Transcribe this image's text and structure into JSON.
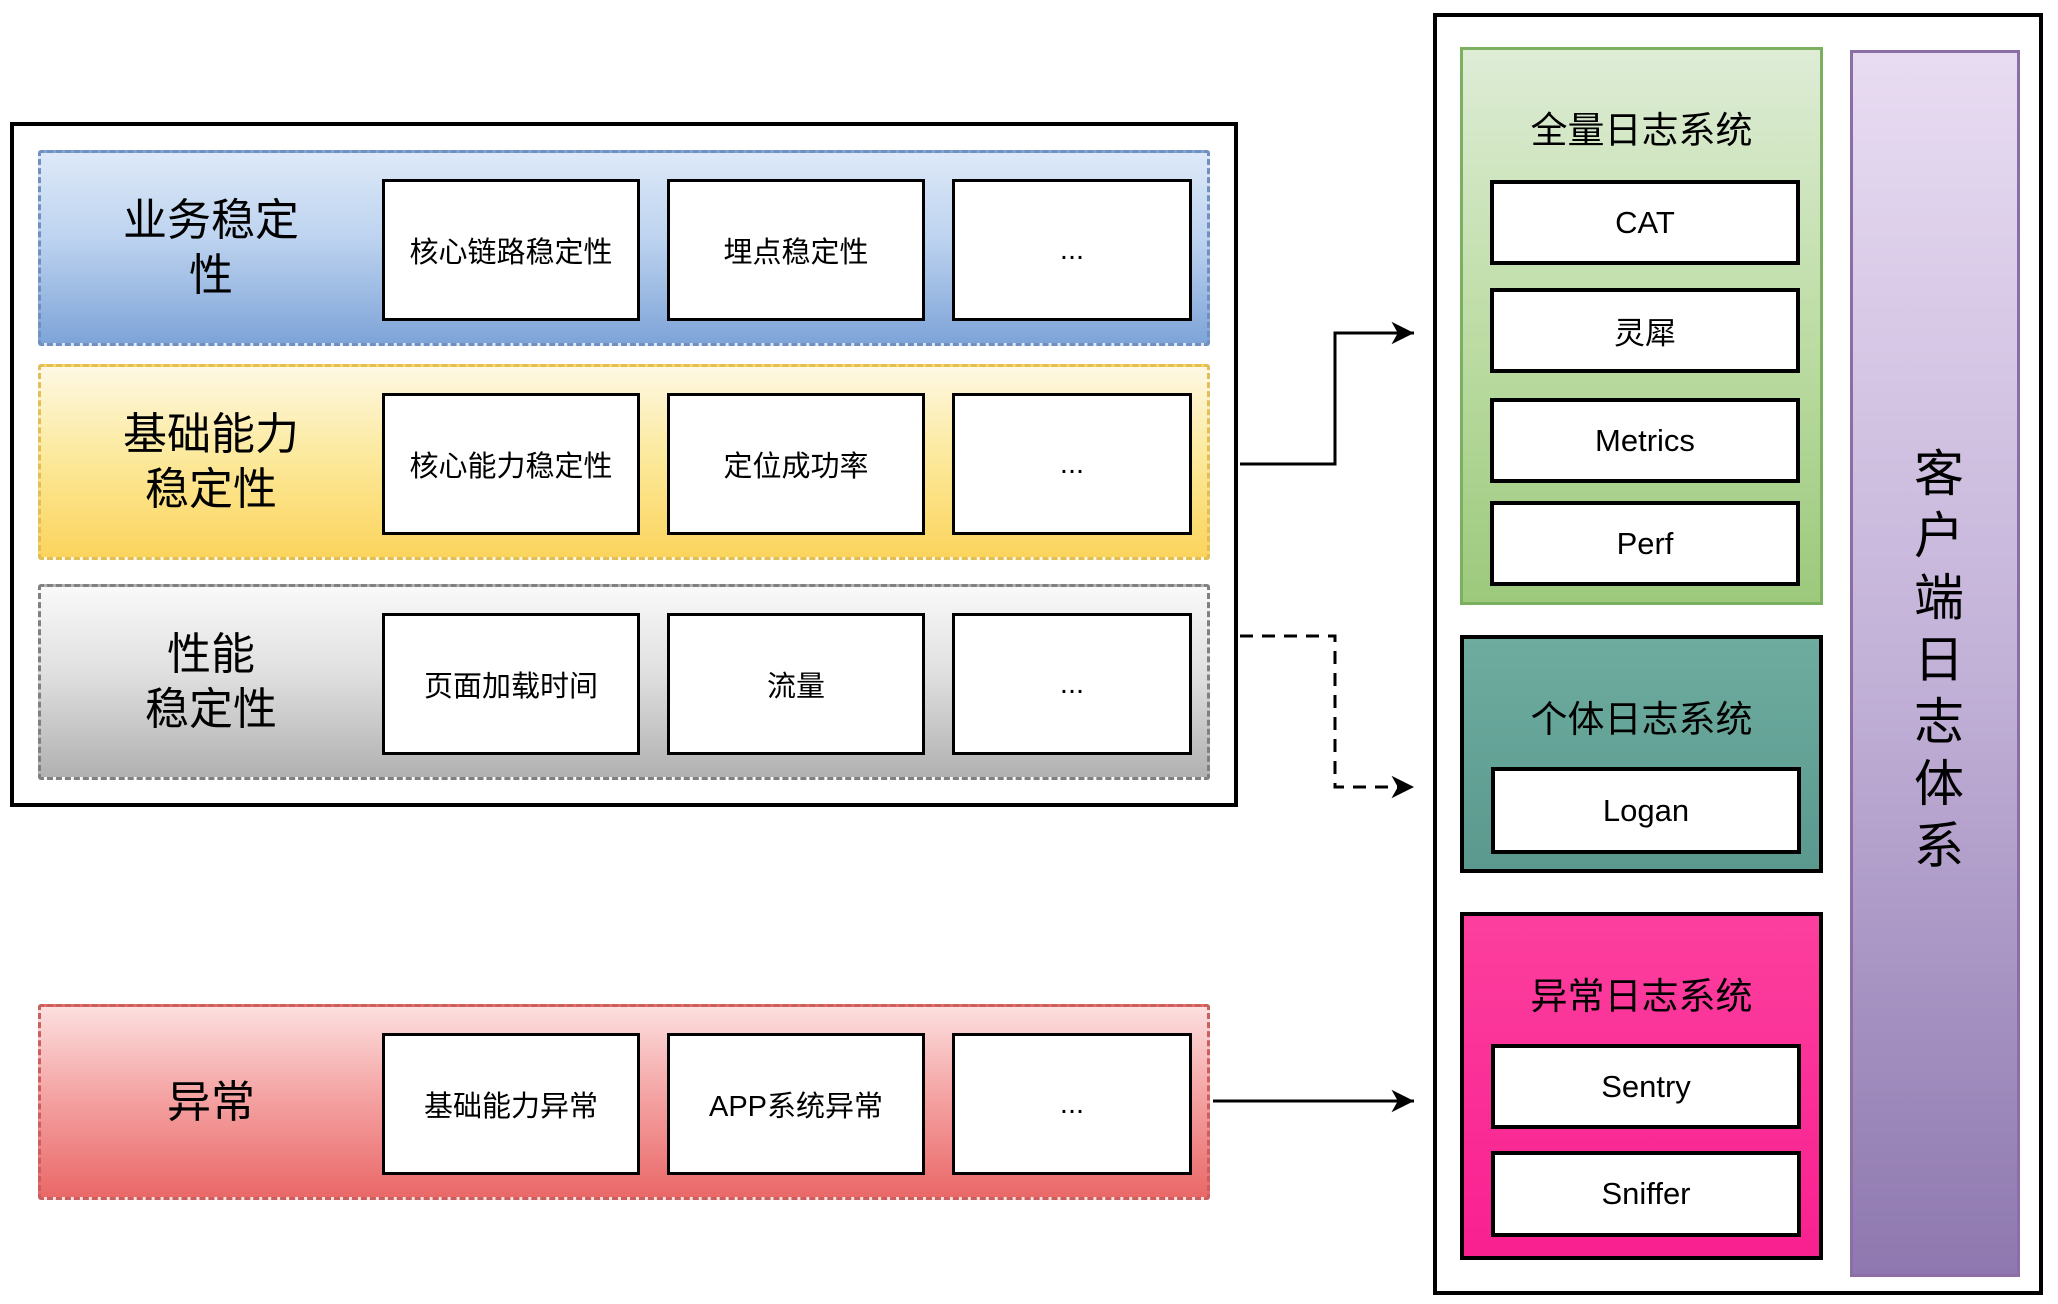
{
  "left": {
    "rows": [
      {
        "label": "业务稳定\n性",
        "items": [
          "核心链路稳定性",
          "埋点稳定性",
          "..."
        ]
      },
      {
        "label": "基础能力\n稳定性",
        "items": [
          "核心能力稳定性",
          "定位成功率",
          "..."
        ]
      },
      {
        "label": "性能\n稳定性",
        "items": [
          "页面加载时间",
          "流量",
          "..."
        ]
      }
    ],
    "exception_row": {
      "label": "异常",
      "items": [
        "基础能力异常",
        "APP系统异常",
        "..."
      ]
    }
  },
  "right": {
    "panels": [
      {
        "title": "全量日志系统",
        "items": [
          "CAT",
          "灵犀",
          "Metrics",
          "Perf"
        ]
      },
      {
        "title": "个体日志系统",
        "items": [
          "Logan"
        ]
      },
      {
        "title": "异常日志系统",
        "items": [
          "Sentry",
          "Sniffer"
        ]
      }
    ],
    "side_label": "客户端日志体系"
  },
  "connectors": [
    {
      "from": "stability-metrics-group",
      "to": "full-log-system-panel",
      "style": "solid-elbow-arrow"
    },
    {
      "from": "performance-stability-band",
      "to": "individual-log-system-panel",
      "style": "dashed-elbow-arrow"
    },
    {
      "from": "exception-band",
      "to": "exception-log-system-panel",
      "style": "solid-straight-arrow"
    }
  ],
  "colors": {
    "band_blue_bottom": "#7ea4d8",
    "band_yellow_bottom": "#fbd45c",
    "band_gray_bottom": "#b1b1b1",
    "band_red_bottom": "#ea6868",
    "panel_green_bottom": "#9cc97c",
    "panel_teal": "#6dac9f",
    "panel_pink": "#fb2d94",
    "purple_bar_bottom": "#8e78af",
    "line": "#000000"
  }
}
